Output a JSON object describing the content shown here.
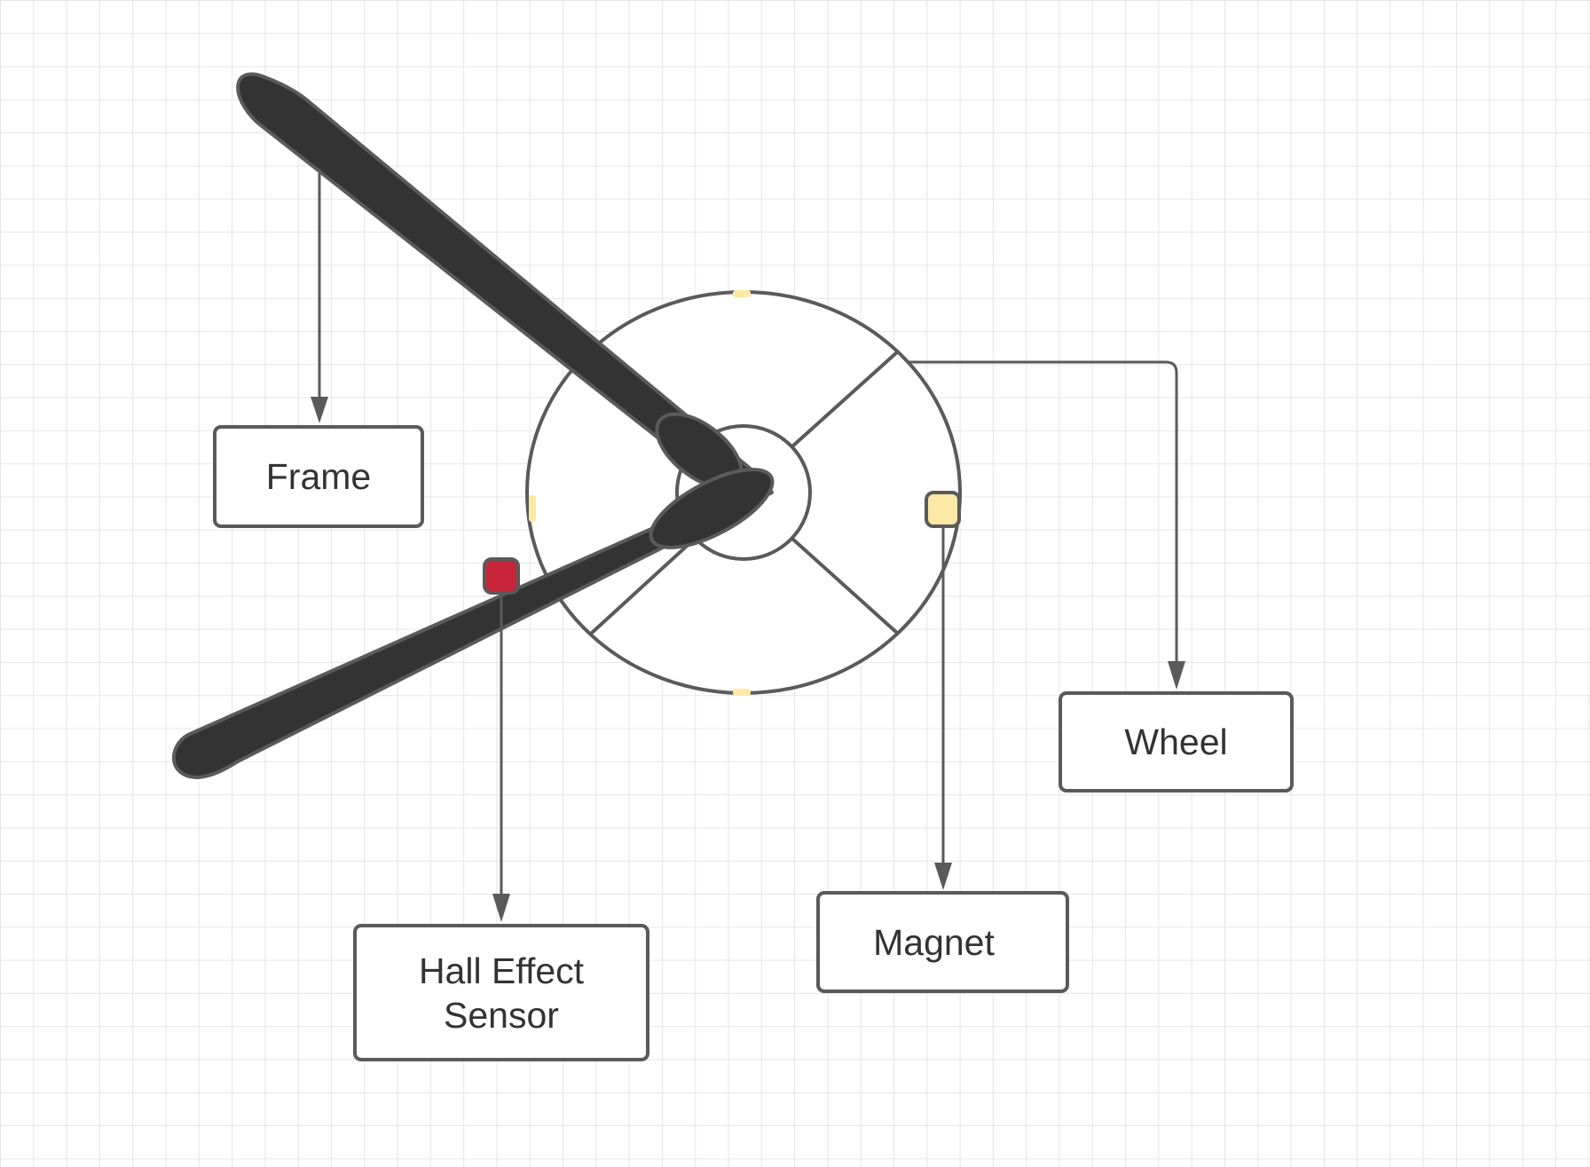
{
  "labels": {
    "frame": "Frame",
    "wheel": "Wheel",
    "magnet": "Magnet",
    "hall_effect_sensor": "Hall Effect\nSensor"
  },
  "colors": {
    "stroke": "#5a5a5a",
    "frame_fill": "#333333",
    "sensor_fill": "#c8253a",
    "magnet_fill": "#fde9a6",
    "grid": "#e6e6e6",
    "text": "#333333"
  }
}
